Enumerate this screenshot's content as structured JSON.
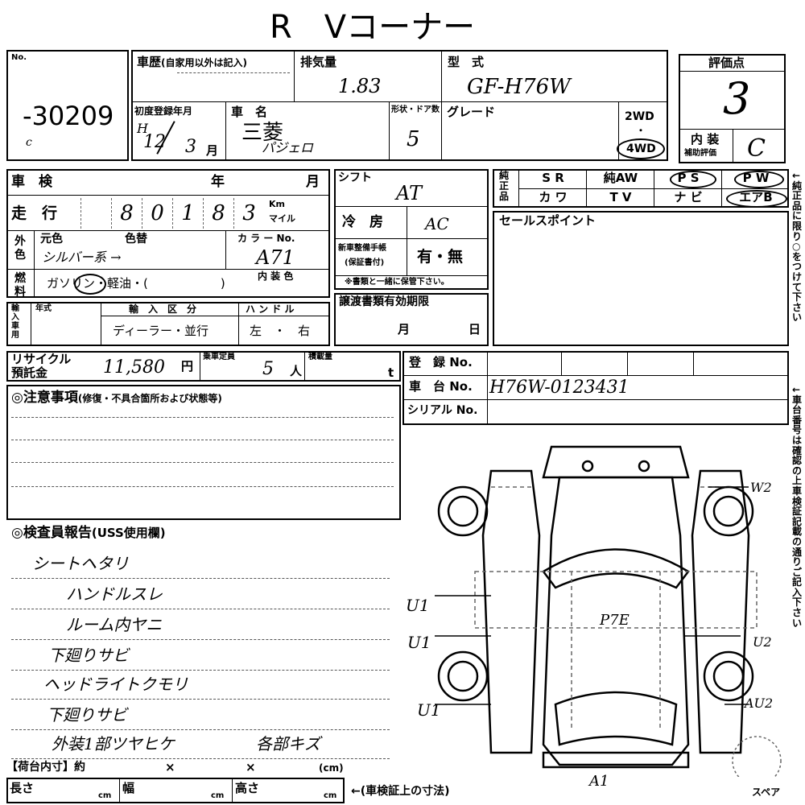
{
  "header": {
    "title": "R　Vコーナー"
  },
  "lot": {
    "no_label": "No.",
    "number": "-30209",
    "mark": "c"
  },
  "history": {
    "label": "車歴",
    "note": "(自家用以外は記入)"
  },
  "displacement": {
    "label": "排気量",
    "value": "1.83"
  },
  "model": {
    "label": "型　式",
    "value": "GF-H76W"
  },
  "grade_box": {
    "label": "評価点",
    "value": "3"
  },
  "interior_eval": {
    "label1": "内 装",
    "label2": "補助評価",
    "value": "C"
  },
  "first_reg": {
    "label": "初度登録年月",
    "era": "H",
    "year": "12",
    "month": "3",
    "month_unit": "月"
  },
  "car_name": {
    "label": "車　名",
    "maker": "三菱",
    "name": "パジェロ"
  },
  "doors": {
    "label": "形状・ドア数",
    "value": "5"
  },
  "grade": {
    "label": "グレード"
  },
  "drive": {
    "opt1": "2WD",
    "sep": "・",
    "opt2": "4WD"
  },
  "inspection": {
    "label": "車　検",
    "year_unit": "年",
    "month_unit": "月"
  },
  "shift": {
    "label": "シフト",
    "value": "AT"
  },
  "genuine": {
    "label": "純正品",
    "row1": [
      "S R",
      "純AW",
      "P S",
      "P W"
    ],
    "row2": [
      "カ ワ",
      "T V",
      "ナ ビ",
      "エアB"
    ]
  },
  "side_note1": "←純正品に限り○をつけて下さい",
  "mileage": {
    "label": "走　行",
    "digits": [
      "",
      "8",
      "0",
      "1",
      "8",
      "3"
    ],
    "unit1": "Km",
    "unit2": "マイル"
  },
  "ac": {
    "label": "冷　房",
    "value": "AC"
  },
  "sales_point": {
    "label": "セールスポイント"
  },
  "color": {
    "label_outer": "外色",
    "orig_label": "元色",
    "change_label": "色替",
    "orig_value": "シルバー系 →",
    "code_label": "カ ラ ー No.",
    "code_value": "A71",
    "interior_label": "内 装 色"
  },
  "service_book": {
    "label1": "新車整備手帳",
    "label2": "(保証書付)",
    "value": "有・無",
    "note": "※書類と一緒に保管下さい。"
  },
  "fuel": {
    "label": "燃料",
    "value": "ガソリン・軽油・(　　　　　　)"
  },
  "import": {
    "label": "輸入車用",
    "year_label": "年式",
    "category_label": "輸　入　区　分",
    "category_value": "ディーラー・並行",
    "handle_label": "ハ ン ド ル",
    "handle_value": "左　・　右"
  },
  "transfer": {
    "label": "譲渡書類有効期限",
    "month_unit": "月",
    "day_unit": "日"
  },
  "recycle": {
    "label1": "リサイクル",
    "label2": "預託金",
    "value": "11,580",
    "unit": "円"
  },
  "capacity": {
    "label": "乗車定員",
    "value": "5",
    "unit": "人"
  },
  "load": {
    "label": "積載量",
    "unit": "t"
  },
  "registration": {
    "label": "登　録 No."
  },
  "chassis": {
    "label": "車　台 No.",
    "value": "H76W-0123431"
  },
  "serial": {
    "label": "シリアル No."
  },
  "caution": {
    "title": "◎注意事項",
    "sub": "(修復・不具合箇所および状態等)"
  },
  "report": {
    "title": "◎検査員報告",
    "sub": "(USS使用欄)",
    "lines": [
      "シートヘタリ",
      "ハンドルスレ",
      "ルーム内ヤニ",
      "下廻りサビ",
      "ヘッドライトクモリ",
      "下廻りサビ",
      "外装1部ツヤヒケ",
      "各部キズ"
    ]
  },
  "car_marks": {
    "w2": "W2",
    "u1a": "U1",
    "u1b": "U1",
    "u1c": "U1",
    "p7e": "P7E",
    "u2": "U2",
    "au2": "AU2",
    "a1": "A1",
    "spare": "スペア"
  },
  "cargo": {
    "label": "【荷台内寸】約",
    "x1": "×",
    "x2": "×",
    "unit": "(cm)",
    "len_label": "長さ",
    "wid_label": "幅",
    "hgt_label": "高さ",
    "cm": "cm",
    "note": "←(車検証上の寸法)"
  },
  "side_note2": "←車台番号は確認の上車検証記載の通りご記入下さい"
}
